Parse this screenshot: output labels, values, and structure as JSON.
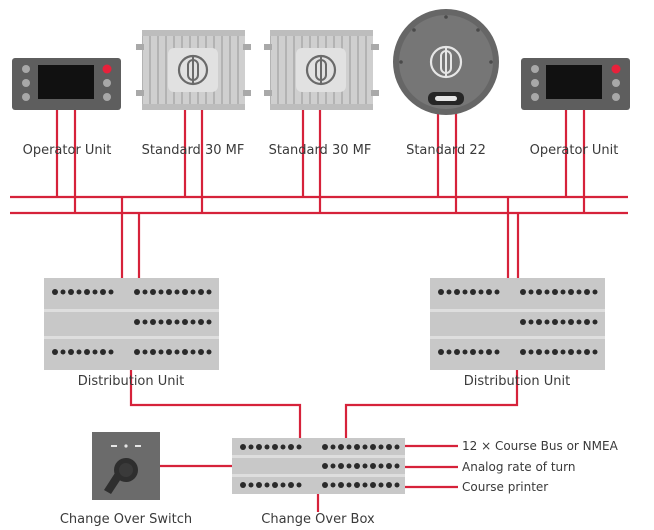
{
  "devices": {
    "operator_unit_left": {
      "label": "Operator Unit"
    },
    "gyro_1": {
      "label": "Standard 30 MF"
    },
    "gyro_2": {
      "label": "Standard 30 MF"
    },
    "gyro_3": {
      "label": "Standard 22"
    },
    "operator_unit_right": {
      "label": "Operator Unit"
    },
    "distribution_left": {
      "label": "Distribution Unit"
    },
    "distribution_right": {
      "label": "Distribution Unit"
    },
    "changeover_switch": {
      "label": "Change Over Switch"
    },
    "changeover_box": {
      "label": "Change Over Box"
    }
  },
  "outputs": [
    {
      "label": "12 × Course Bus or NMEA"
    },
    {
      "label": "Analog rate of turn"
    },
    {
      "label": "Course printer"
    }
  ],
  "colors": {
    "wire": "#d6223a",
    "device_dark": "#5e5e5e",
    "device_light": "#c8c8c8",
    "screen": "#111111",
    "led": "#e8213b"
  },
  "icons": {
    "gyro": "gyro-logo-icon",
    "switch": "rotary-switch-icon"
  }
}
